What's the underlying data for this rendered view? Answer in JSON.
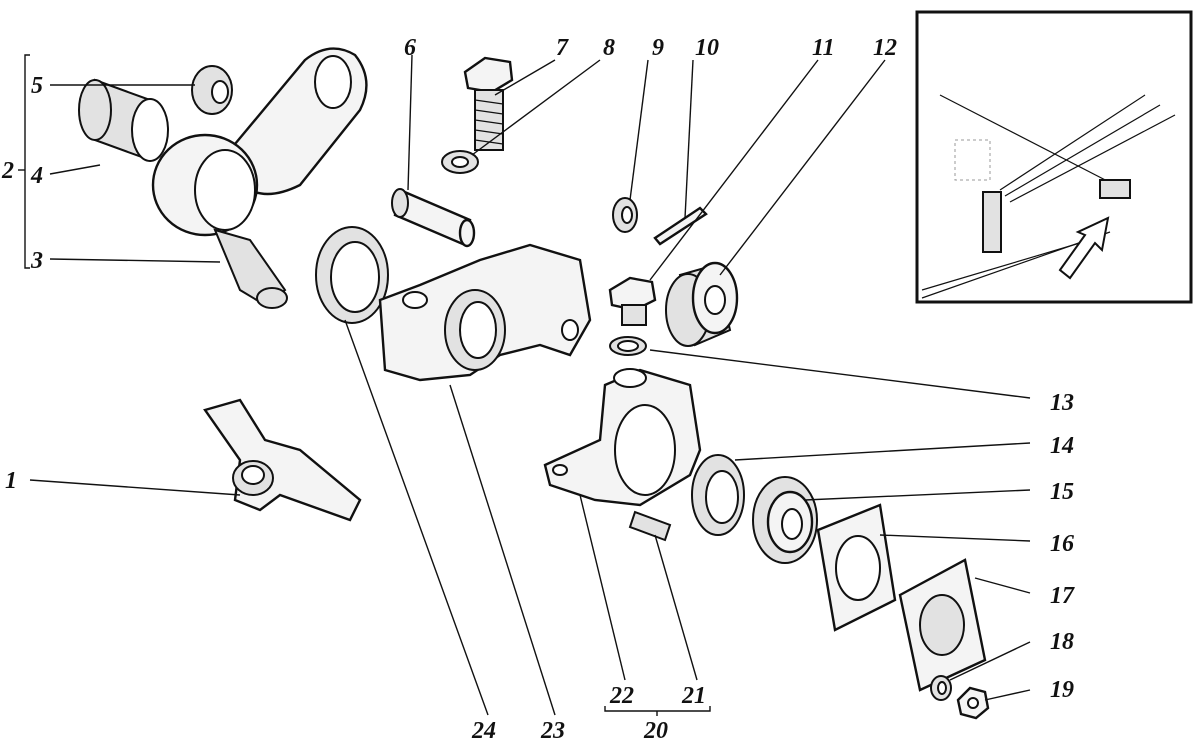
{
  "title": "Steering gear exploded view (parts 1-24)",
  "labels": [
    {
      "id": "1",
      "text": "1"
    },
    {
      "id": "2",
      "text": "2"
    },
    {
      "id": "3",
      "text": "3"
    },
    {
      "id": "4",
      "text": "4"
    },
    {
      "id": "5",
      "text": "5"
    },
    {
      "id": "6",
      "text": "6"
    },
    {
      "id": "7",
      "text": "7"
    },
    {
      "id": "8",
      "text": "8"
    },
    {
      "id": "9",
      "text": "9"
    },
    {
      "id": "10",
      "text": "10"
    },
    {
      "id": "11",
      "text": "11"
    },
    {
      "id": "12",
      "text": "12"
    },
    {
      "id": "13",
      "text": "13"
    },
    {
      "id": "14",
      "text": "14"
    },
    {
      "id": "15",
      "text": "15"
    },
    {
      "id": "16",
      "text": "16"
    },
    {
      "id": "17",
      "text": "17"
    },
    {
      "id": "18",
      "text": "18"
    },
    {
      "id": "19",
      "text": "19"
    },
    {
      "id": "20",
      "text": "20"
    },
    {
      "id": "21",
      "text": "21"
    },
    {
      "id": "22",
      "text": "22"
    },
    {
      "id": "23",
      "text": "23"
    },
    {
      "id": "24",
      "text": "24"
    }
  ],
  "groups": [
    {
      "label": "2",
      "members": [
        "3",
        "4",
        "5"
      ]
    },
    {
      "label": "20",
      "members": [
        "21",
        "22"
      ]
    }
  ],
  "inset": {
    "description": "location of assembly on vehicle chassis",
    "pointer": "arrow-icon"
  }
}
